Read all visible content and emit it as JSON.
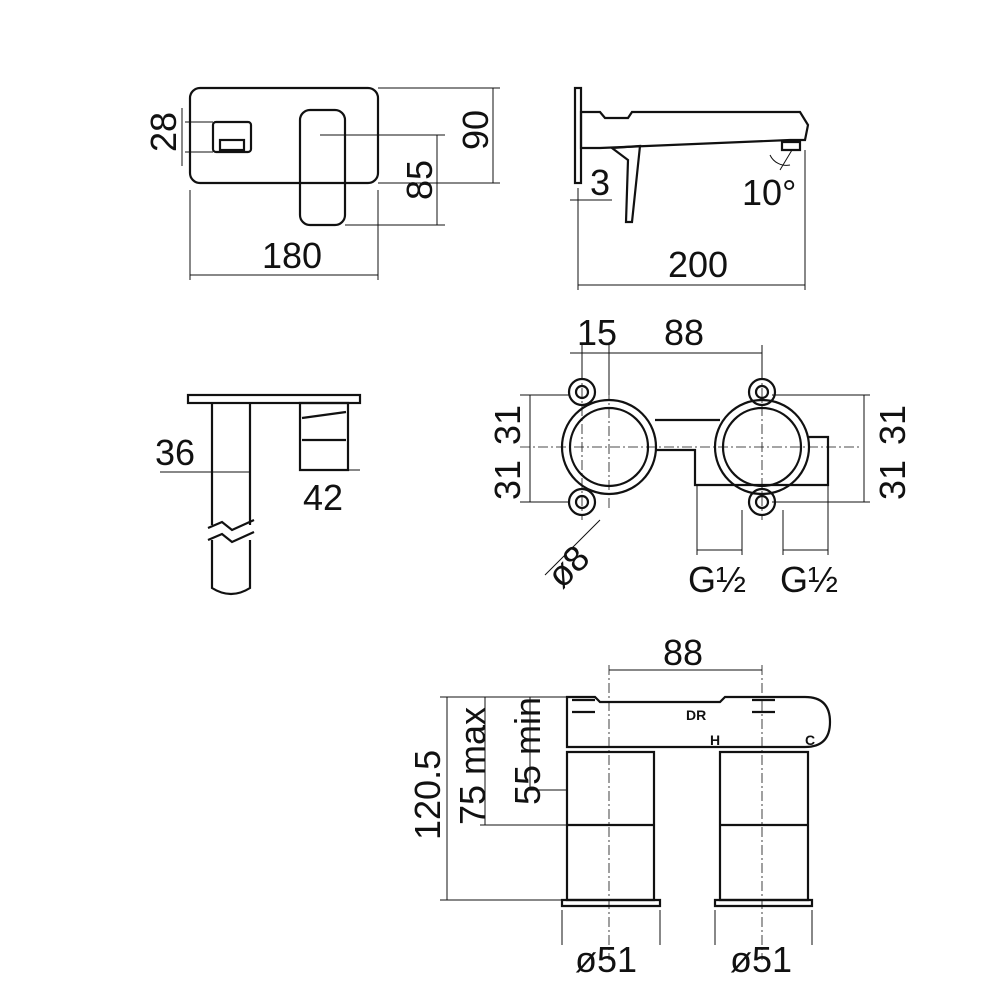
{
  "front_view": {
    "dim_outlet_height": "28",
    "dim_plate_height": "90",
    "dim_handle_center": "85",
    "dim_plate_width": "180"
  },
  "side_view": {
    "dim_plate_thickness": "3",
    "dim_spout_angle": "10°",
    "dim_projection": "200"
  },
  "top_view": {
    "dim_body": "36",
    "dim_handle": "42"
  },
  "box_view": {
    "dim_offset": "15",
    "dim_spacing": "88",
    "dim_left_upper": "31",
    "dim_left_lower": "31",
    "dim_right_upper": "31",
    "dim_right_lower": "31",
    "dim_hole": "ø8",
    "thread_left": "G½",
    "thread_right": "G½"
  },
  "install_view": {
    "dim_spacing": "88",
    "dim_total": "120.5",
    "dim_max": "75 max",
    "dim_min": "55 min",
    "diam_left": "ø51",
    "diam_right": "ø51",
    "logo_text": "DR",
    "mark_hot": "H",
    "mark_cold": "C"
  }
}
